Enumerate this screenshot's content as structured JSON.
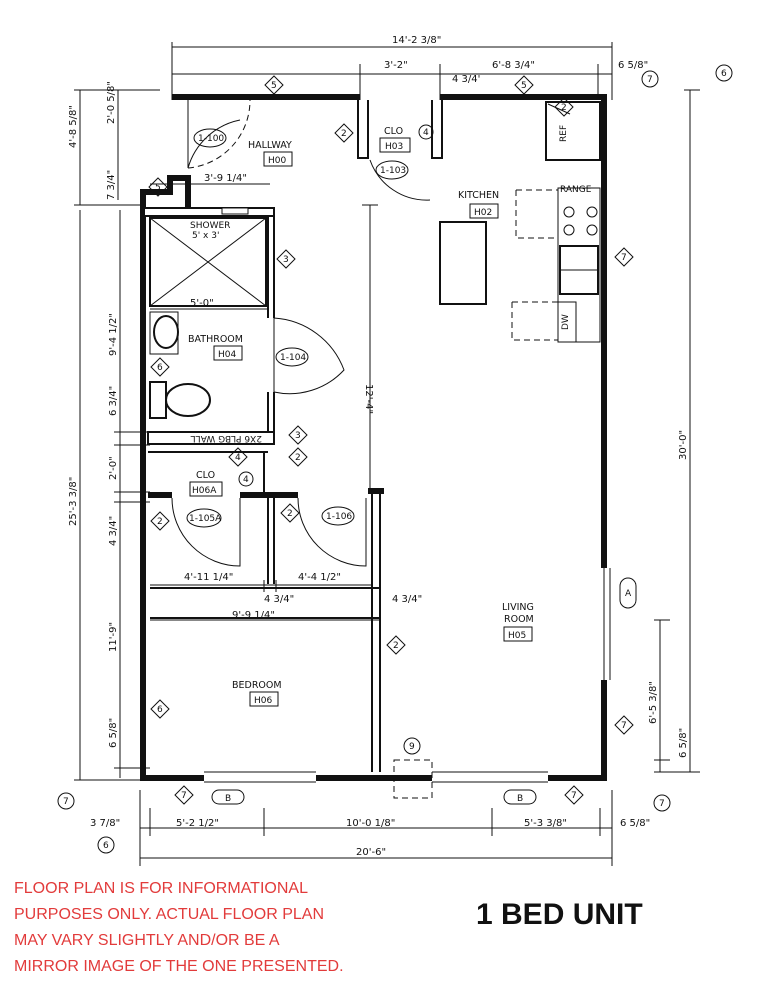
{
  "dimensions": {
    "top_overall": "14'-2 3/8\"",
    "top_a": "3'-2\"",
    "top_b": "6'-8 3/4\"",
    "top_gap": "4 3/4'",
    "top_right": "6 5/8\"",
    "left_upper": "4'-8 5/8\"",
    "left_upper_a": "2'-0 5/8\"",
    "left_upper_b": "7 3/4\"",
    "left_overall": "25'-3 3/8\"",
    "left_b1": "9'-4 1/2\"",
    "left_b2": "6 3/4\"",
    "left_b3": "2'-0\"",
    "left_b4": "4 3/4\"",
    "left_b5": "11'-9\"",
    "left_b6": "6 5/8\"",
    "hall_width": "3'-9 1/4\"",
    "bath_width": "5'-0\"",
    "center_vert": "12'-4\"",
    "closet_a": "4'-11 1/4\"",
    "closet_b": "4 3/4\"",
    "closet_c": "4'-4 1/2\"",
    "wall_gap": "4 3/4\"",
    "bedroom_width": "9'-9 1/4\"",
    "right_overall": "30'-0\"",
    "right_b1": "6'-5 3/8\"",
    "right_b2": "6 5/8\"",
    "bottom_a": "5'-2 1/2\"",
    "bottom_b": "10'-0 1/8\"",
    "bottom_c": "5'-3 3/8\"",
    "bottom_left": "3 7/8\"",
    "bottom_right": "6 5/8\"",
    "bottom_overall": "20'-6\""
  },
  "rooms": {
    "hallway": {
      "name": "HALLWAY",
      "num": "H00"
    },
    "closet_top": {
      "name": "CLO",
      "num": "H03"
    },
    "kitchen": {
      "name": "KITCHEN",
      "num": "H02"
    },
    "bathroom": {
      "name": "BATHROOM",
      "num": "H04"
    },
    "closet_mid": {
      "name": "CLO",
      "num": "H06A"
    },
    "living": {
      "name1": "LIVING",
      "name2": "ROOM",
      "num": "H05"
    },
    "bedroom": {
      "name": "BEDROOM",
      "num": "H06"
    }
  },
  "doors": {
    "d100": "1-100",
    "d103": "1-103",
    "d104": "1-104",
    "d105": "1-105A",
    "d106": "1-106"
  },
  "fixtures": {
    "shower": "SHOWER",
    "shower_size": "5' x 3'",
    "plbg_wall": "2X6 PLBG WALL",
    "ref": "REF",
    "range": "RANGE",
    "dw": "DW"
  },
  "tags": {
    "t2": "2",
    "t3": "3",
    "t4": "4",
    "t5": "5",
    "t6": "6",
    "t7": "7",
    "t9": "9",
    "grid6": "6",
    "grid7": "7",
    "windowA": "A",
    "windowB": "B"
  },
  "notes": {
    "disclaimer": [
      "FLOOR PLAN IS FOR INFORMATIONAL",
      "PURPOSES ONLY. ACTUAL FLOOR PLAN",
      "MAY VARY SLIGHTLY AND/OR BE A",
      "MIRROR IMAGE OF THE ONE PRESENTED."
    ],
    "unit_title": "1 BED UNIT"
  },
  "colors": {
    "disclaimer": "#e23b3b",
    "lines": "#111111"
  }
}
